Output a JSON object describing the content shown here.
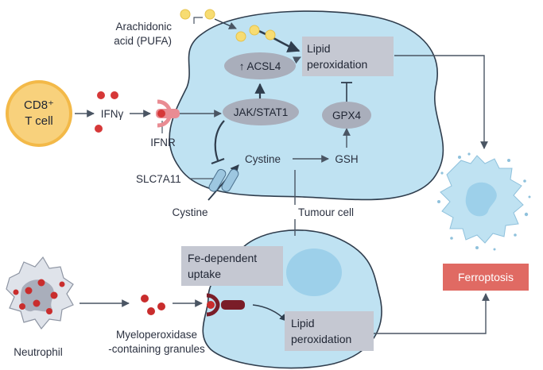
{
  "labels": {
    "arachidonic_line1": "Arachidonic",
    "arachidonic_line2": "acid (PUFA)",
    "acsl4": "↑ ACSL4",
    "jak_stat1": "JAK/STAT1",
    "gpx4": "GPX4",
    "cd8_line1": "CD8⁺",
    "cd8_line2": "T cell",
    "ifng": "IFNγ",
    "ifnr": "IFNR",
    "slc7a11": "SLC7A11",
    "cystine_inside": "Cystine",
    "gsh": "GSH",
    "cystine_outside": "Cystine",
    "tumour_cell": "Tumour cell",
    "fe_line1": "Fe-dependent",
    "fe_line2": "uptake",
    "neutrophil": "Neutrophil",
    "mpo_line1": "Myeloperoxidase",
    "mpo_line2": "-containing granules",
    "lipid_top_line1": "Lipid",
    "lipid_top_line2": "peroxidation",
    "lipid_bottom_line1": "Lipid",
    "lipid_bottom_line2": "peroxidation",
    "ferroptosis": "Ferroptosis"
  },
  "colors": {
    "cell_fill": "#bfe2f2",
    "cell_stroke": "#2f3d4d",
    "nucleus": "#9dd0ea",
    "pill_fill": "#a9aebb",
    "box_fill": "#c5c8d2",
    "tcell_fill": "#f8d17c",
    "tcell_stroke": "#f3b948",
    "ferroptosis_fill": "#e06a63",
    "red_dot": "#d63838",
    "dark_red": "#7a1d28",
    "receptor_pink": "#e98c93",
    "yellow_dot": "#f7dc72",
    "arrow": "#4a5563"
  }
}
